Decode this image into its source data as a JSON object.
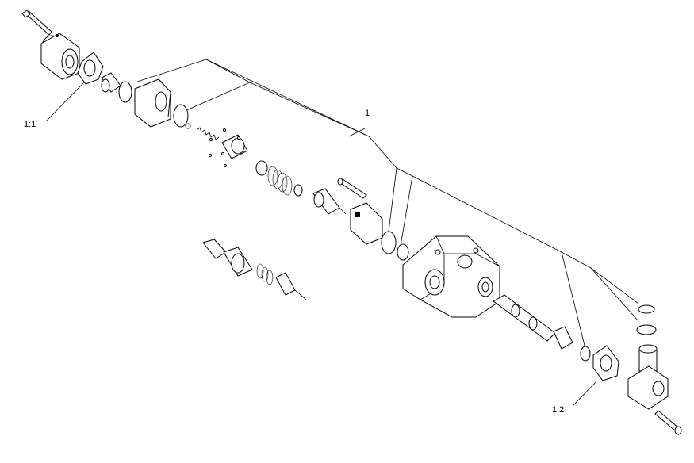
{
  "callouts": {
    "main": "1",
    "sub1": "1:1",
    "sub2": "1:2"
  }
}
